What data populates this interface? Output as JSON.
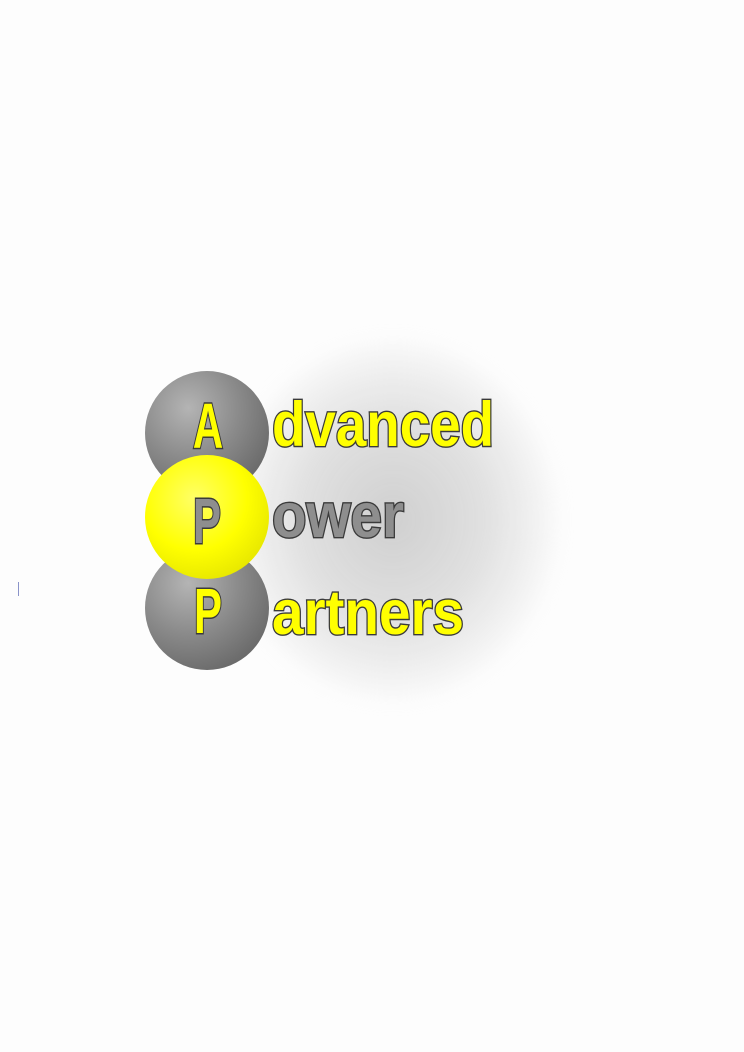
{
  "logo": {
    "rows": [
      {
        "initial": "A",
        "rest": "dvanced",
        "circle_color": "#8e8e8e",
        "initial_color": "#ffff00",
        "rest_color": "#ffff00"
      },
      {
        "initial": "P",
        "rest": "ower",
        "circle_color": "#ffff00",
        "initial_color": "#8e8e8e",
        "rest_color": "#8e8e8e"
      },
      {
        "initial": "P",
        "rest": "artners",
        "circle_color": "#8e8e8e",
        "initial_color": "#ffff00",
        "rest_color": "#ffff00"
      }
    ]
  },
  "colors": {
    "yellow": "#ffff00",
    "gray": "#8e8e8e",
    "outline": "#3a3a3a"
  }
}
